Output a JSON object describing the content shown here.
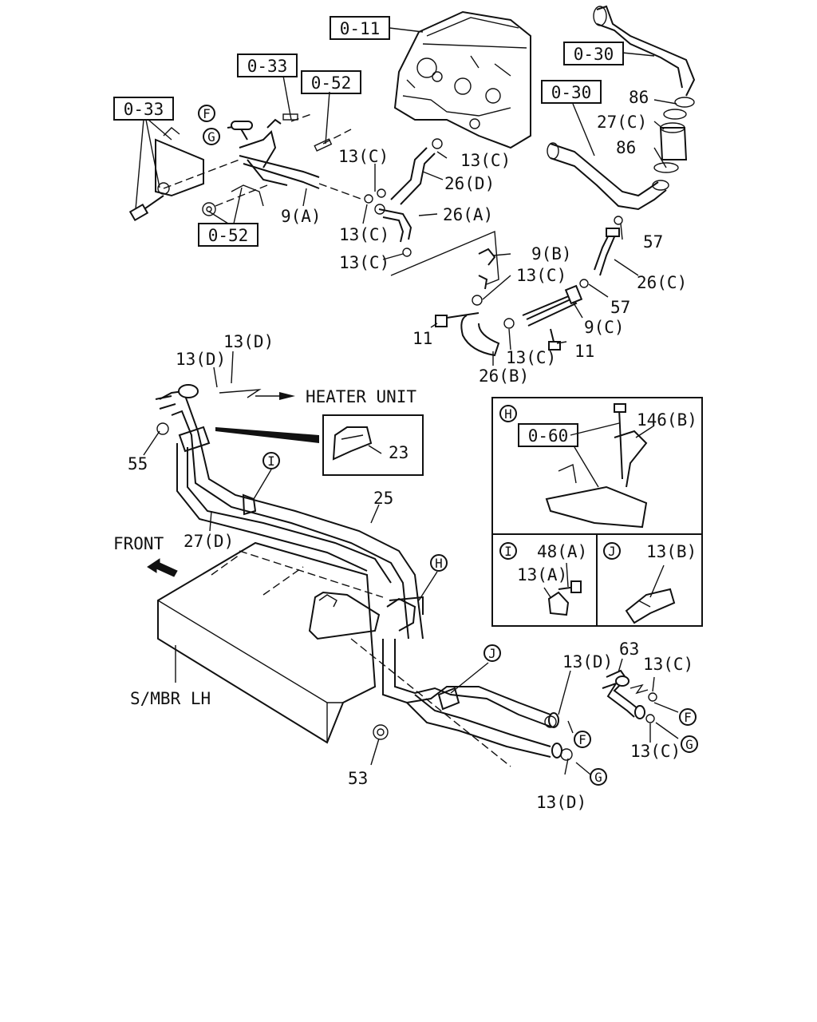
{
  "boxed_labels": {
    "b_0_11": "0-11",
    "b_0_33_top": "0-33",
    "b_0_52_top": "0-52",
    "b_0_33_left": "0-33",
    "b_0_52_bottom": "0-52",
    "b_0_30_top": "0-30",
    "b_0_30_mid": "0-30",
    "b_0_60": "0-60"
  },
  "labels": {
    "l_86_a": "86",
    "l_27c": "27(C)",
    "l_86_b": "86",
    "l_13c_1": "13(C)",
    "l_13c_2": "13(C)",
    "l_26d": "26(D)",
    "l_26a": "26(A)",
    "l_9a": "9(A)",
    "l_13c_3": "13(C)",
    "l_13c_4": "13(C)",
    "l_57_a": "57",
    "l_9b": "9(B)",
    "l_13c_5": "13(C)",
    "l_26c": "26(C)",
    "l_57_b": "57",
    "l_9c": "9(C)",
    "l_11_a": "11",
    "l_13c_6": "13(C)",
    "l_11_b": "11",
    "l_26b": "26(B)",
    "l_13d_a": "13(D)",
    "l_13d_b": "13(D)",
    "l_heater": "HEATER UNIT",
    "l_55": "55",
    "l_23": "23",
    "l_146b": "146(B)",
    "l_25": "25",
    "l_front": "FRONT",
    "l_27d": "27(D)",
    "l_48a": "48(A)",
    "l_13a": "13(A)",
    "l_13b": "13(B)",
    "l_smbr": "S/MBR LH",
    "l_13d_c": "13(D)",
    "l_63": "63",
    "l_13c_7": "13(C)",
    "l_13c_8": "13(C)",
    "l_53": "53",
    "l_13d_d": "13(D)"
  },
  "circle_labels": {
    "c_F_top": "F",
    "c_G_top": "G",
    "c_I_main": "I",
    "c_H_main": "H",
    "c_J_main": "J",
    "c_H_panel": "H",
    "c_I_panel": "I",
    "c_J_panel": "J",
    "c_F_bot": "F",
    "c_G_bot": "G",
    "c_F_right": "F",
    "c_G_right": "G"
  }
}
